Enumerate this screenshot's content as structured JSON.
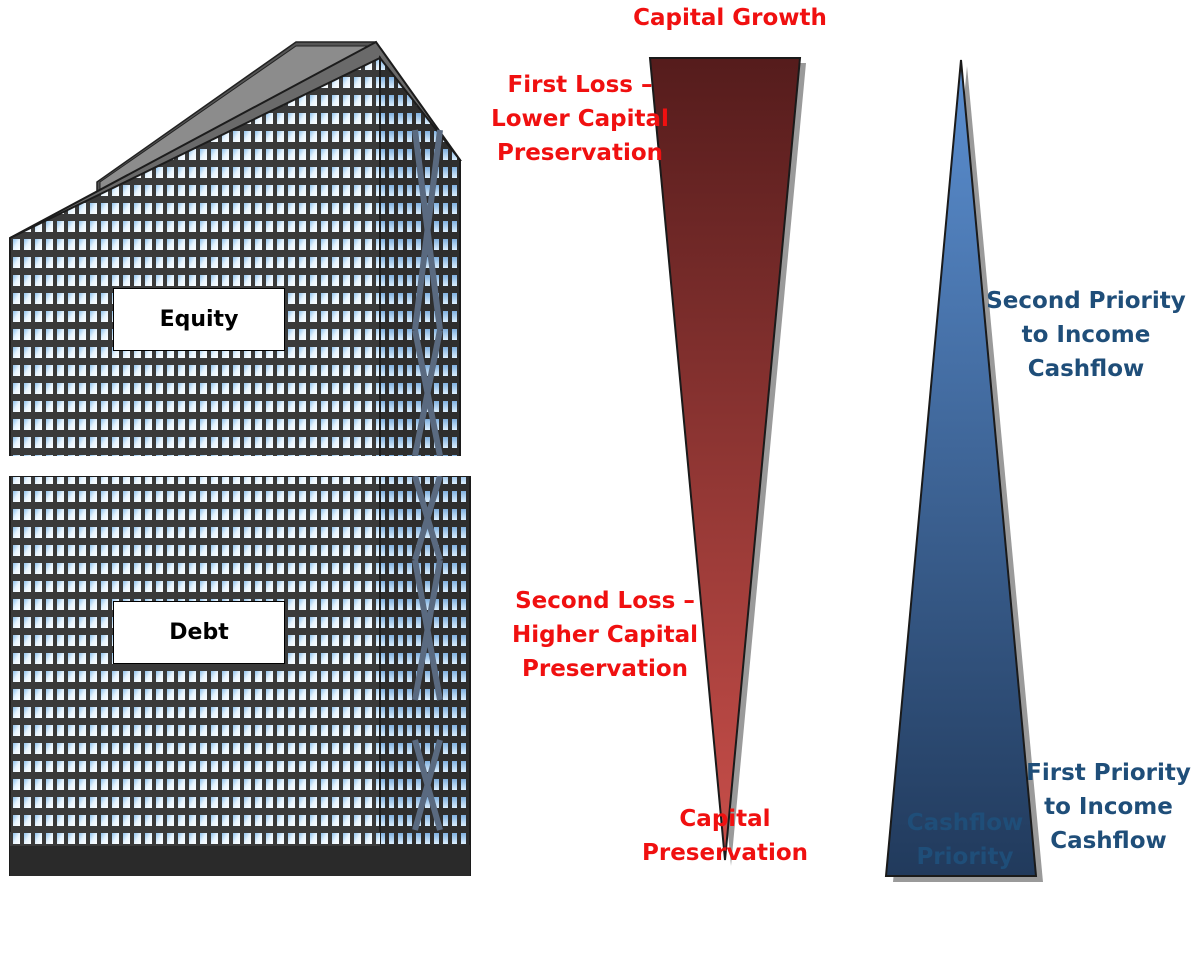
{
  "building": {
    "equity_label": "Equity",
    "debt_label": "Debt"
  },
  "capital_wedge": {
    "top_label": "Capital Growth",
    "first_loss": [
      "First Loss –",
      "Lower Capital",
      "Preservation"
    ],
    "second_loss": [
      "Second Loss –",
      "Higher Capital",
      "Preservation"
    ],
    "bottom_label": [
      "Capital",
      "Preservation"
    ],
    "gradient": {
      "top": "#551c1c",
      "bottom": "#c94f4a"
    }
  },
  "cashflow_wedge": {
    "second_priority": [
      "Second Priority",
      "to Income",
      "Cashflow"
    ],
    "first_priority": [
      "First Priority",
      "to Income",
      "Cashflow"
    ],
    "bottom_label": [
      "Cashflow",
      "Priority"
    ],
    "gradient": {
      "top": "#5b8fd1",
      "bottom": "#213a5c"
    }
  },
  "colors": {
    "loss_text": "#f01010",
    "priority_text": "#1f4e79",
    "building_frame": "#3b3b3b",
    "window": "#cfe6fb"
  }
}
